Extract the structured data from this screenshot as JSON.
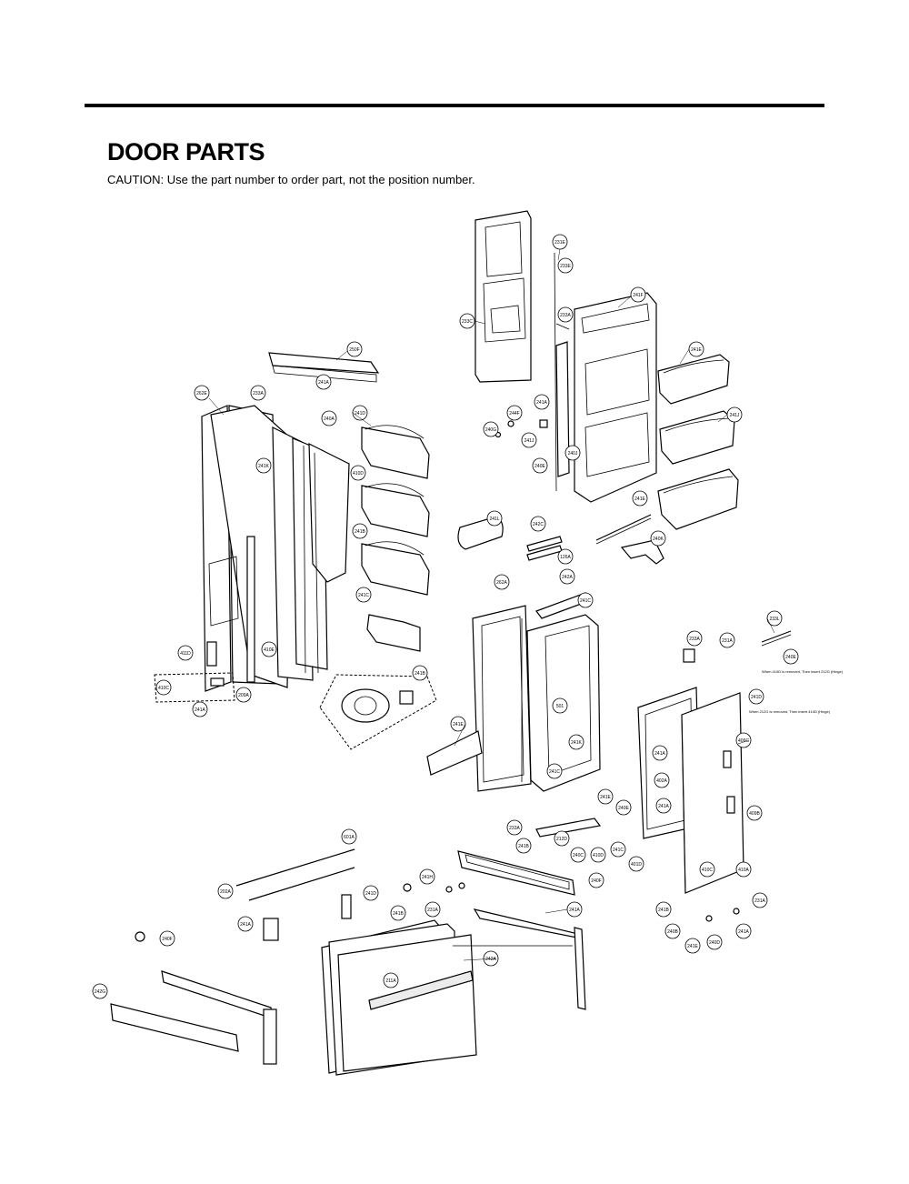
{
  "page": {
    "title": "DOOR PARTS",
    "caution": "CAUTION: Use the part number to order part, not the position number."
  },
  "diagram": {
    "callouts": [
      "231E",
      "233E",
      "233C",
      "233A",
      "241F",
      "241E",
      "241J",
      "241A",
      "244F",
      "240G",
      "241J",
      "240J",
      "240E",
      "241E",
      "240K",
      "241L",
      "242C",
      "126A",
      "250F",
      "241A",
      "262E",
      "233A",
      "240A",
      "241D",
      "241K",
      "410D",
      "241B",
      "241C",
      "411D",
      "410E",
      "410C",
      "241A",
      "209A",
      "241B",
      "262A",
      "242A",
      "241C",
      "241E",
      "501",
      "241K",
      "241C",
      "241E",
      "240E",
      "241A",
      "233A",
      "231A",
      "233L",
      "240E",
      "241D",
      "406C",
      "409B",
      "402A",
      "241A",
      "410C",
      "410A",
      "231A",
      "241B",
      "240B",
      "241E",
      "240D",
      "241A",
      "233A",
      "241B",
      "212D",
      "240C",
      "410D",
      "241C",
      "401D",
      "240F",
      "241A",
      "601A",
      "202A",
      "241D",
      "241H",
      "231A",
      "241A",
      "240F",
      "241B",
      "242A",
      "211A",
      "242G"
    ],
    "notes": [
      "When 410D is removed, Then insert 212G (Hinge)",
      "When 212G is removed, Then insert 410D (Hinge)"
    ]
  }
}
